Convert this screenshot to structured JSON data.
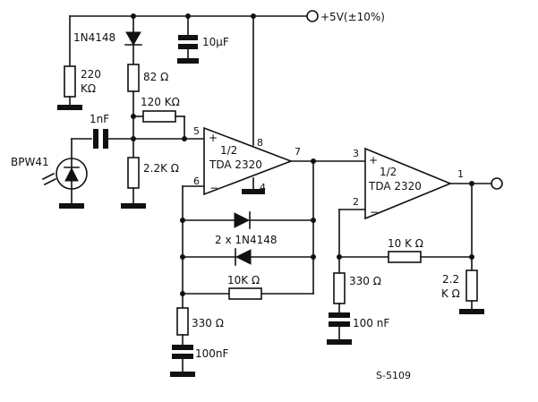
{
  "supply": {
    "label": "+5V(±10%)"
  },
  "components": {
    "d_bias": "1N4148",
    "r_220k": [
      "220",
      "KΩ"
    ],
    "r_82": "82 Ω",
    "c_10u": "10μF",
    "r_120k": "120 KΩ",
    "c_1n": "1nF",
    "photodiode": "BPW41",
    "r_2k2": "2.2K Ω",
    "d_pair": "2 x 1N4148",
    "r_10k_a": "10K Ω",
    "r_330_a": "330 Ω",
    "c_100n_a": "100nF",
    "r_10k_b": "10 K Ω",
    "r_330_b": "330 Ω",
    "c_100n_b": "100 nF",
    "r_2k2_out": [
      "2.2",
      "K Ω"
    ]
  },
  "opamp1": {
    "name": [
      "1/2",
      "TDA 2320"
    ],
    "pins": {
      "noninv": "5",
      "inv": "6",
      "vcc": "8",
      "gnd": "4",
      "out": "7"
    }
  },
  "opamp2": {
    "name": [
      "1/2",
      "TDA 2320"
    ],
    "pins": {
      "noninv": "3",
      "inv": "2",
      "out": "1"
    }
  },
  "ref": "S-5109"
}
